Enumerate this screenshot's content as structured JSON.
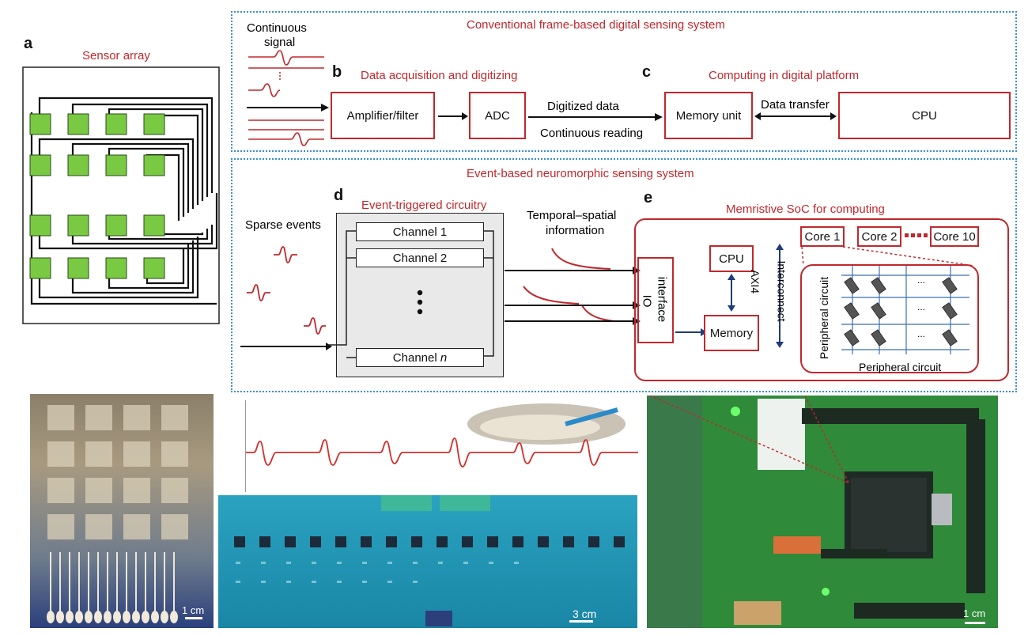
{
  "panel_a": {
    "letter": "a",
    "title": "Sensor array"
  },
  "top_frame": {
    "title": "Conventional frame-based digital sensing system",
    "continuous_signal": [
      "Continuous",
      "signal"
    ]
  },
  "panel_b": {
    "letter": "b",
    "title": "Data acquisition and digitizing",
    "amplifier": "Amplifier/filter",
    "adc": "ADC",
    "digitized": "Digitized data",
    "continuous_reading": "Continuous reading"
  },
  "panel_c": {
    "letter": "c",
    "title": "Computing in digital platform",
    "memory_unit": "Memory unit",
    "data_transfer": "Data transfer",
    "cpu": "CPU"
  },
  "bottom_frame": {
    "title": "Event-based neuromorphic sensing system",
    "sparse_events": "Sparse events",
    "temporal": [
      "Temporal–spatial",
      "information"
    ]
  },
  "panel_d": {
    "letter": "d",
    "title": "Event-triggered circuitry",
    "channels": [
      "Channel 1",
      "Channel 2"
    ],
    "channel_n_prefix": "Channel ",
    "channel_n_var": "n"
  },
  "panel_e": {
    "letter": "e",
    "title": "Memristive SoC for computing",
    "io": [
      "IO",
      "interface"
    ],
    "cpu": "CPU",
    "memory": "Memory",
    "axi4": "AXI4",
    "interconnect": "Interconnect",
    "cores": [
      "Core 1",
      "Core 2",
      "Core 10"
    ],
    "dots_small": "...",
    "peripheral_vertical": "Peripheral circuit",
    "peripheral_horizontal": "Peripheral circuit"
  },
  "photos": {
    "scale_left": "1 cm",
    "scale_middle": "3 cm",
    "scale_right": "1 cm"
  },
  "colors": {
    "accent_red": "#c0282d",
    "frame_blue": "#3a8fd0",
    "sensor_green": "#7ac943",
    "pcb_teal": "#1e9bb8",
    "board_green": "#2f8a3a"
  }
}
